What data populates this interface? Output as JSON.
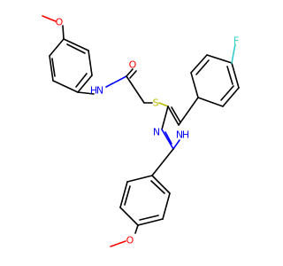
{
  "molecule": {
    "colors": {
      "bond": "#000000",
      "nitrogen": "#0000ff",
      "oxygen": "#ff0000",
      "sulfur": "#b8b800",
      "fluorine": "#33cccc"
    },
    "atoms": {
      "fluorine": "F",
      "methoxy_o_top": "O",
      "methoxy_o_bottom": "O",
      "carbonyl_o": "O",
      "amide_nh": "N",
      "amide_h": "H",
      "sulfur": "S",
      "imidazole_n": "N",
      "imidazole_nh": "N",
      "imidazole_h": "H"
    }
  }
}
